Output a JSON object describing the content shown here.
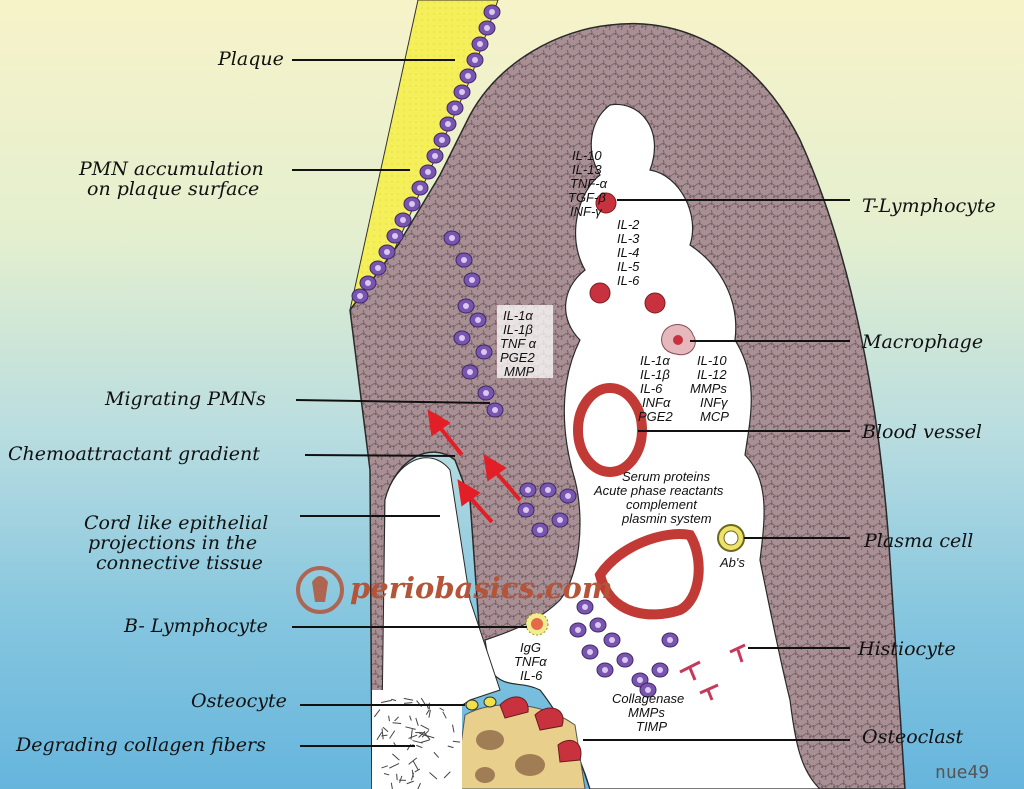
{
  "labels": {
    "plaque": "Plaque",
    "pmn_accumulation_1": "PMN accumulation",
    "pmn_accumulation_2": "on plaque surface",
    "migrating_pmns": "Migrating PMNs",
    "chemoattractant": "Chemoattractant gradient",
    "cord_1": "Cord like epithelial",
    "cord_2": "projections in the",
    "cord_3": "connective tissue",
    "b_lymphocyte": "B- Lymphocyte",
    "osteocyte": "Osteocyte",
    "collagen_fibers": "Degrading collagen fibers",
    "t_lymphocyte": "T-Lymphocyte",
    "macrophage": "Macrophage",
    "blood_vessel": "Blood vessel",
    "plasma_cell": "Plasma cell",
    "histiocyte": "Histiocyte",
    "osteoclast": "Osteoclast"
  },
  "cytokines": {
    "t_cell_upper": [
      "IL-10",
      "IL-13",
      "TNF-α",
      "TGF-β",
      "INF-γ"
    ],
    "t_cell_lower": [
      "IL-2",
      "IL-3",
      "IL-4",
      "IL-5",
      "IL-6"
    ],
    "epithelial": [
      "IL-1α",
      "IL-1β",
      "TNF α",
      "PGE2",
      "MMP"
    ],
    "macrophage_left": [
      "IL-1α",
      "IL-1β",
      "IL-6",
      "INFα",
      "PGE2"
    ],
    "macrophage_right": [
      "IL-10",
      "IL-12",
      "MMPs",
      "INFγ",
      "MCP"
    ],
    "serum": [
      "Serum proteins",
      "Acute phase reactants",
      "complement",
      "plasmin system"
    ],
    "plasma": "Ab's",
    "b_cell": [
      "IgG",
      "TNFα",
      "IL-6"
    ],
    "enzymes": [
      "Collagenase",
      "MMPs",
      "TIMP"
    ]
  },
  "watermark": "periobasics.com",
  "signature": "nue49",
  "colors": {
    "plaque": "#f5ef5a",
    "tissue": "#a78d92",
    "pmn": "#7a55b0",
    "vessel": "#c23a36",
    "osteoclast": "#c8323e",
    "bone": "#e8cf8c",
    "arrow": "#e21f26"
  }
}
